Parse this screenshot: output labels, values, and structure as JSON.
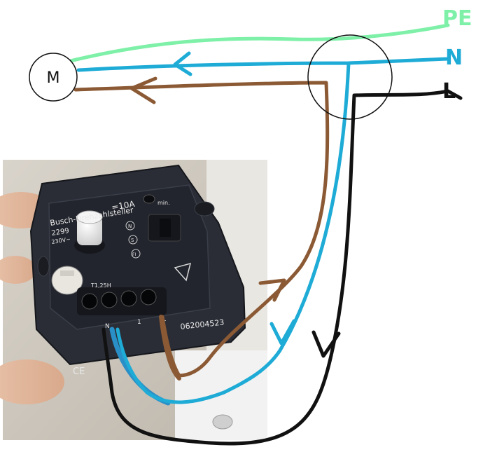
{
  "diagram": {
    "terminals": {
      "pe": "PE",
      "n": "N",
      "l": "L"
    },
    "motor": {
      "symbol": "M"
    },
    "device": {
      "brand": "Busch-Drehzahlsteller",
      "model": "2299",
      "rating_prefix": "230V~",
      "rating_current": "=10A",
      "fuse": "T1,25H",
      "serial": "062004523",
      "min_label": "min.",
      "terminal_labels": [
        "N",
        "S",
        "FI"
      ],
      "ce_mark": "CE",
      "bottom_terminals": [
        "N",
        "1",
        "L"
      ]
    },
    "colors": {
      "pe_wire": "#7ef0a8",
      "n_wire": "#1eabd6",
      "motor_wire": "#8b5a35",
      "l_wire": "#111111",
      "pe_label": "#7ef0a8",
      "n_label": "#1eabd6",
      "l_label": "#111111"
    }
  }
}
